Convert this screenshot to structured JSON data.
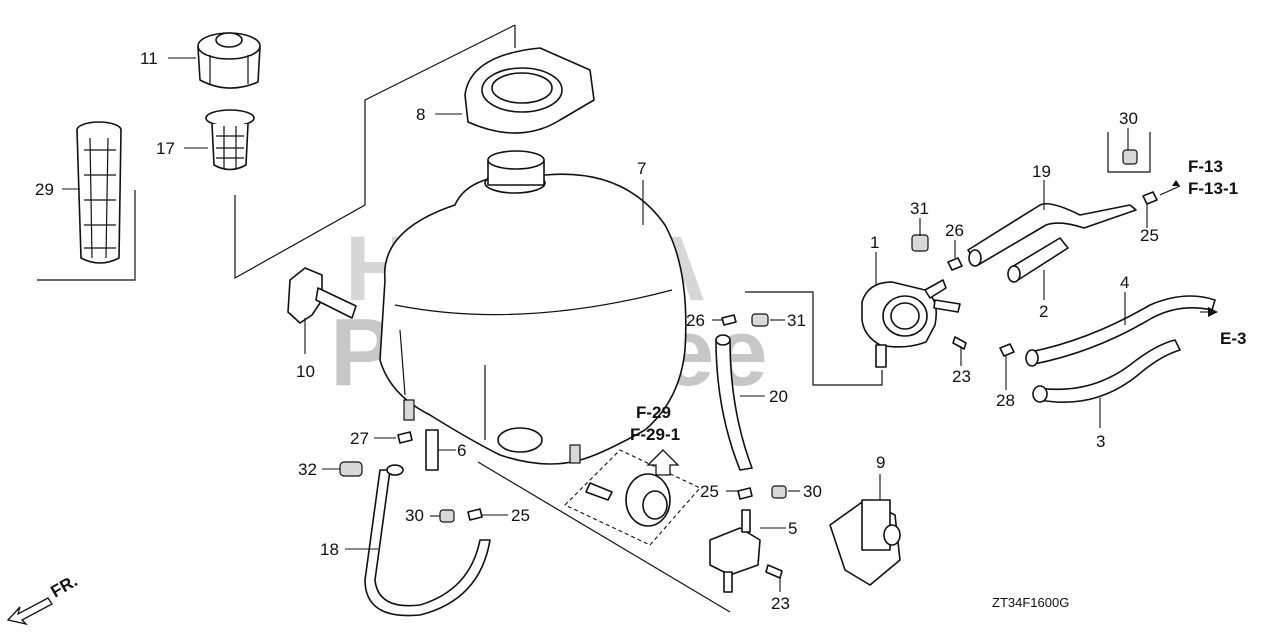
{
  "watermark": {
    "brand": "HONDA",
    "text": "PartsTree"
  },
  "callouts": {
    "p1": "1",
    "p2": "2",
    "p3": "3",
    "p4": "4",
    "p5": "5",
    "p6": "6",
    "p7": "7",
    "p8": "8",
    "p9": "9",
    "p10": "10",
    "p11": "11",
    "p17": "17",
    "p18": "18",
    "p19": "19",
    "p20": "20",
    "p23a": "23",
    "p23b": "23",
    "p25a": "25",
    "p25b": "25",
    "p25c": "25",
    "p26a": "26",
    "p26b": "26",
    "p27": "27",
    "p28": "28",
    "p29": "29",
    "p30a": "30",
    "p30b": "30",
    "p30c": "30",
    "p31a": "31",
    "p31b": "31",
    "p32": "32"
  },
  "references": {
    "f13": "F-13",
    "f13_1": "F-13-1",
    "e3": "E-3",
    "f29": "F-29",
    "f29_1": "F-29-1"
  },
  "front_indicator": "FR.",
  "diagram_code": "ZT34F1600G"
}
